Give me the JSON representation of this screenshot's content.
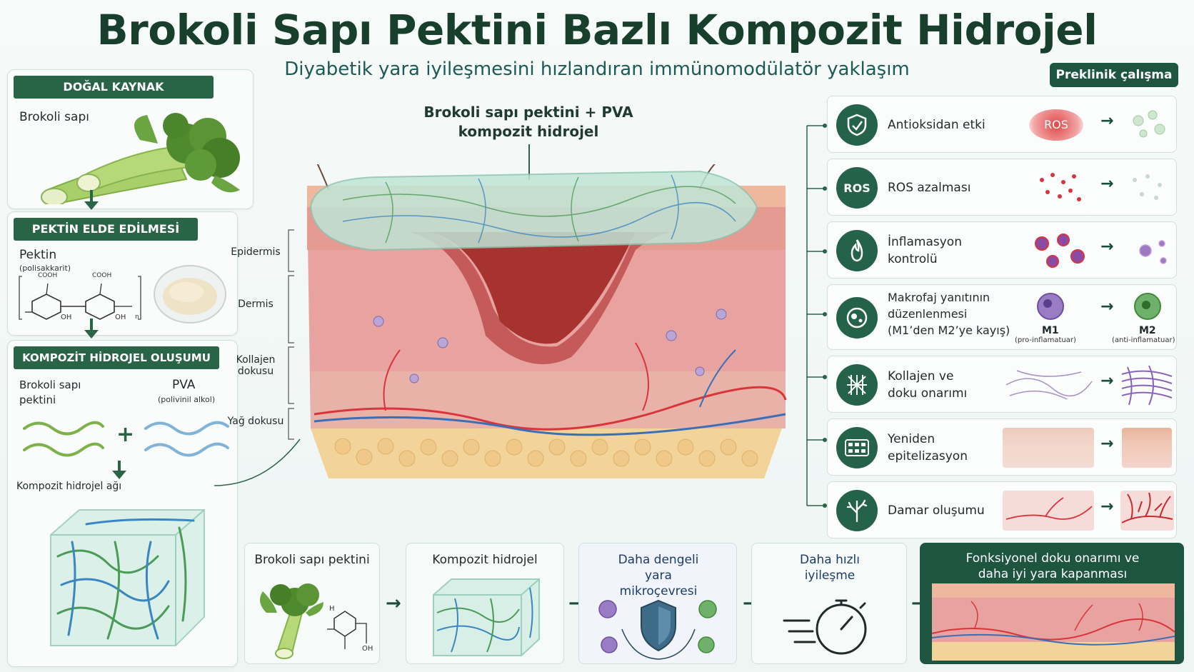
{
  "header": {
    "title": "Brokoli Sapı Pektini Bazlı Kompozit Hidrojel",
    "subtitle": "Diyabetik yara iyileşmesini hızlandıran immünomodülatör yaklaşım",
    "badge": "Preklinik çalışma"
  },
  "left": {
    "source": {
      "head": "DOĞAL KAYNAK",
      "label": "Brokoli sapı"
    },
    "extraction": {
      "head": "PEKTİN ELDE EDİLMESİ",
      "label": "Pektin",
      "sub": "(polisakkarit)",
      "cooh": "COOH",
      "oh": "OH",
      "n": "n"
    },
    "formation": {
      "head": "KOMPOZİT HİDROJEL OLUŞUMU",
      "pectin_label": "Brokoli sapı pektini",
      "pva_label": "PVA",
      "pva_sub": "(polivinil alkol)",
      "plus": "+",
      "network_label": "Kompozit hidrojel ağı"
    }
  },
  "center": {
    "hydrogel_label_1": "Brokoli sapı pektini + PVA",
    "hydrogel_label_2": "kompozit hidrojel",
    "layers": [
      "Epidermis",
      "Dermis",
      "Kollajen dokusu",
      "Yağ dokusu"
    ]
  },
  "effects": [
    {
      "label": "Antioksidan etki",
      "icon": "shield-leaf-icon",
      "tag": "ROS"
    },
    {
      "label": "ROS azalması",
      "icon": "ros-down-icon",
      "tag": "ROS"
    },
    {
      "label": "İnflamasyon kontrolü",
      "icon": "flame-icon"
    },
    {
      "label": "Makrofaj yanıtının düzenlenmesi (M1’den M2’ye kayış)",
      "icon": "macrophage-icon",
      "m1": "M1",
      "m1_sub": "(pro-inflamatuar)",
      "m2": "M2",
      "m2_sub": "(anti-inflamatuar)"
    },
    {
      "label": "Kollajen ve doku onarımı",
      "icon": "collagen-mesh-icon"
    },
    {
      "label": "Yeniden epitelizasyon",
      "icon": "epithelium-icon"
    },
    {
      "label": "Damar oluşumu",
      "icon": "vessel-tree-icon"
    }
  ],
  "bottom": [
    {
      "label": "Brokoli sapı pektini",
      "oh": "OH",
      "h": "H"
    },
    {
      "label": "Kompozit hidrojel"
    },
    {
      "label": "Daha dengeli yara mikroçevresi"
    },
    {
      "label": "Daha hızlı iyileşme"
    },
    {
      "label": "Fonksiyonel doku onarımı ve daha iyi yara kapanması"
    }
  ],
  "colors": {
    "primary": "#2a6447",
    "title": "#173f2c",
    "subtitle": "#1c5a56",
    "accent_red": "#d9343a",
    "gel": "#bfe5d6"
  }
}
